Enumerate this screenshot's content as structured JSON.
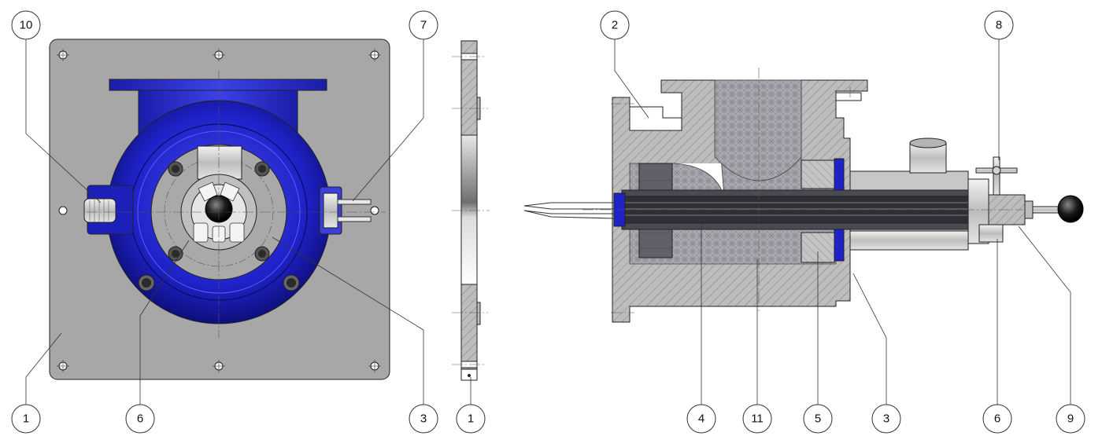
{
  "colors": {
    "plate_gray": "#a7a7a7",
    "blue": "#1f22c8",
    "blue_dark": "#10128a",
    "hatch": "#b8b8b8",
    "metal": "#d8d8d8",
    "insulation": "#8e8e92"
  },
  "callouts": [
    {
      "id": "c10",
      "label": "10"
    },
    {
      "id": "c7",
      "label": "7"
    },
    {
      "id": "c1a",
      "label": "1"
    },
    {
      "id": "c6a",
      "label": "6"
    },
    {
      "id": "c3a",
      "label": "3"
    },
    {
      "id": "c1b",
      "label": "1"
    },
    {
      "id": "c2",
      "label": "2"
    },
    {
      "id": "c8",
      "label": "8"
    },
    {
      "id": "c4",
      "label": "4"
    },
    {
      "id": "c11",
      "label": "11"
    },
    {
      "id": "c5",
      "label": "5"
    },
    {
      "id": "c3b",
      "label": "3"
    },
    {
      "id": "c6b",
      "label": "6"
    },
    {
      "id": "c9",
      "label": "9"
    }
  ]
}
